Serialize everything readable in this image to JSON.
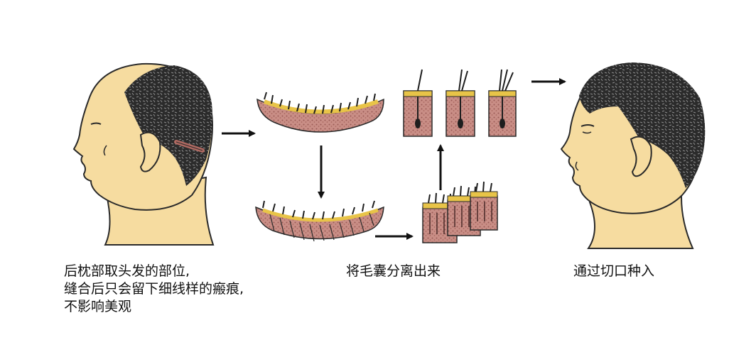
{
  "captions": {
    "step1": {
      "line1": "后枕部取头发的部位,",
      "line2": "缝合后只会留下细线样的瘢痕,",
      "line3": "不影响美观"
    },
    "step2": "将毛囊分离出来",
    "step3": "通过切口种入"
  },
  "colors": {
    "skin": "#f6dca0",
    "skin_outline": "#2a2a2a",
    "hair": "#1e1e1e",
    "tissue": "#c98e86",
    "tissue_dots": "#9a5b55",
    "fat": "#e8c448",
    "arrow": "#111111"
  }
}
